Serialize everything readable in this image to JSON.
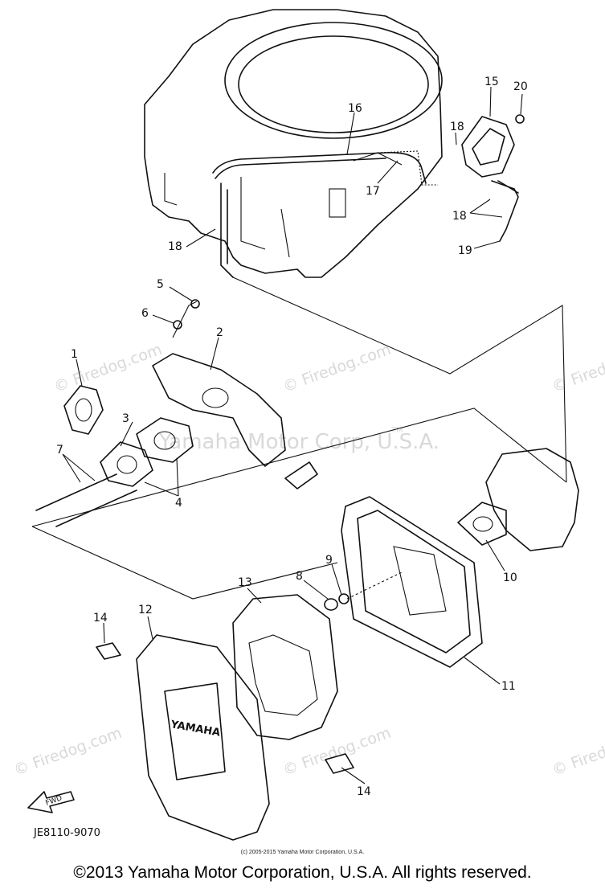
{
  "callouts": [
    "1",
    "2",
    "3",
    "4",
    "5",
    "6",
    "7",
    "8",
    "9",
    "10",
    "11",
    "12",
    "13",
    "14",
    "14",
    "15",
    "16",
    "17",
    "18",
    "18",
    "18",
    "19",
    "20"
  ],
  "watermark": {
    "site": "© Firedog.com",
    "owner": "Yamaha Motor Corp, U.S.A.",
    "tm": "TM"
  },
  "part_text": {
    "brand": "YAMAHA",
    "arrow": "FWD"
  },
  "diagram_code": "JE8110-9070",
  "copyright_small": "(c) 2005-2015 Yamaha Motor Corporation, U.S.A.",
  "copyright_main": "©2013 Yamaha Motor Corporation, U.S.A. All rights reserved."
}
